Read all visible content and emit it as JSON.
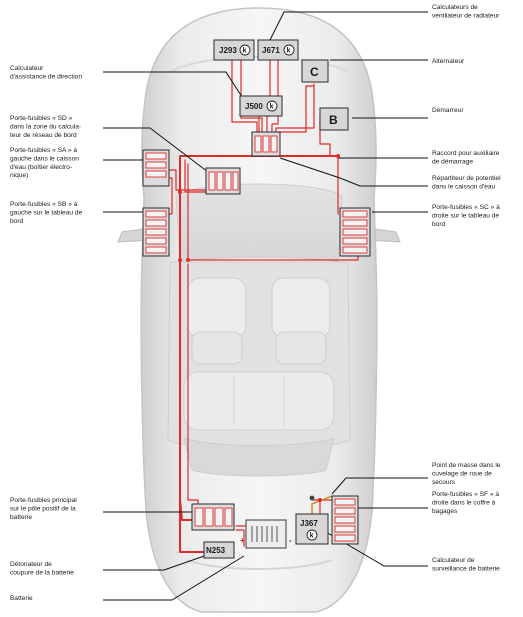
{
  "modules": {
    "j293": "J293",
    "j671": "J671",
    "j500": "J500",
    "j367": "J367",
    "n253": "N253",
    "c": "C",
    "b": "B",
    "k_symbol": "k"
  },
  "battery_signs": {
    "plus": "+",
    "minus": "-"
  },
  "labels": {
    "left": [
      {
        "lines": [
          "Calculateur",
          "d'assistance de direction"
        ]
      },
      {
        "lines": [
          "Porte-fusibles « SD »",
          "dans la zone du calcula-",
          "teur de réseau de bord"
        ]
      },
      {
        "lines": [
          "Porte-fusibles « SA » à",
          "gauche dans le caisson",
          "d'eau (boîtier électro-",
          "nique)"
        ]
      },
      {
        "lines": [
          "Porte-fusibles « SB » à",
          "gauche sur le tableau de",
          "bord"
        ]
      },
      {
        "lines": [
          "Porte-fusibles principal",
          "sur le pôle positif de la",
          "batterie"
        ]
      },
      {
        "lines": [
          "Détonateur de",
          "coupure de la batterie"
        ]
      },
      {
        "lines": [
          "Batterie"
        ]
      }
    ],
    "right": [
      {
        "lines": [
          "Calculateurs de",
          "ventilateur de radiateur"
        ]
      },
      {
        "lines": [
          "Alternateur"
        ]
      },
      {
        "lines": [
          "Démarreur"
        ]
      },
      {
        "lines": [
          "Raccord pour auxiliaire",
          "de démarrage"
        ]
      },
      {
        "lines": [
          "Répartiteur de potentiel",
          "dans le caisson d'eau"
        ]
      },
      {
        "lines": [
          "Porte-fusibles « SC » à",
          "droite sur le tableau de",
          "bord"
        ]
      },
      {
        "lines": [
          "Point de masse dans le",
          "cuvelage de roue de",
          "secours"
        ]
      },
      {
        "lines": [
          "Porte-fusibles « SF » à",
          "droite dans le coffre à",
          "bagages"
        ]
      },
      {
        "lines": [
          "Calculateur de",
          "surveillance de batterie"
        ]
      }
    ]
  }
}
